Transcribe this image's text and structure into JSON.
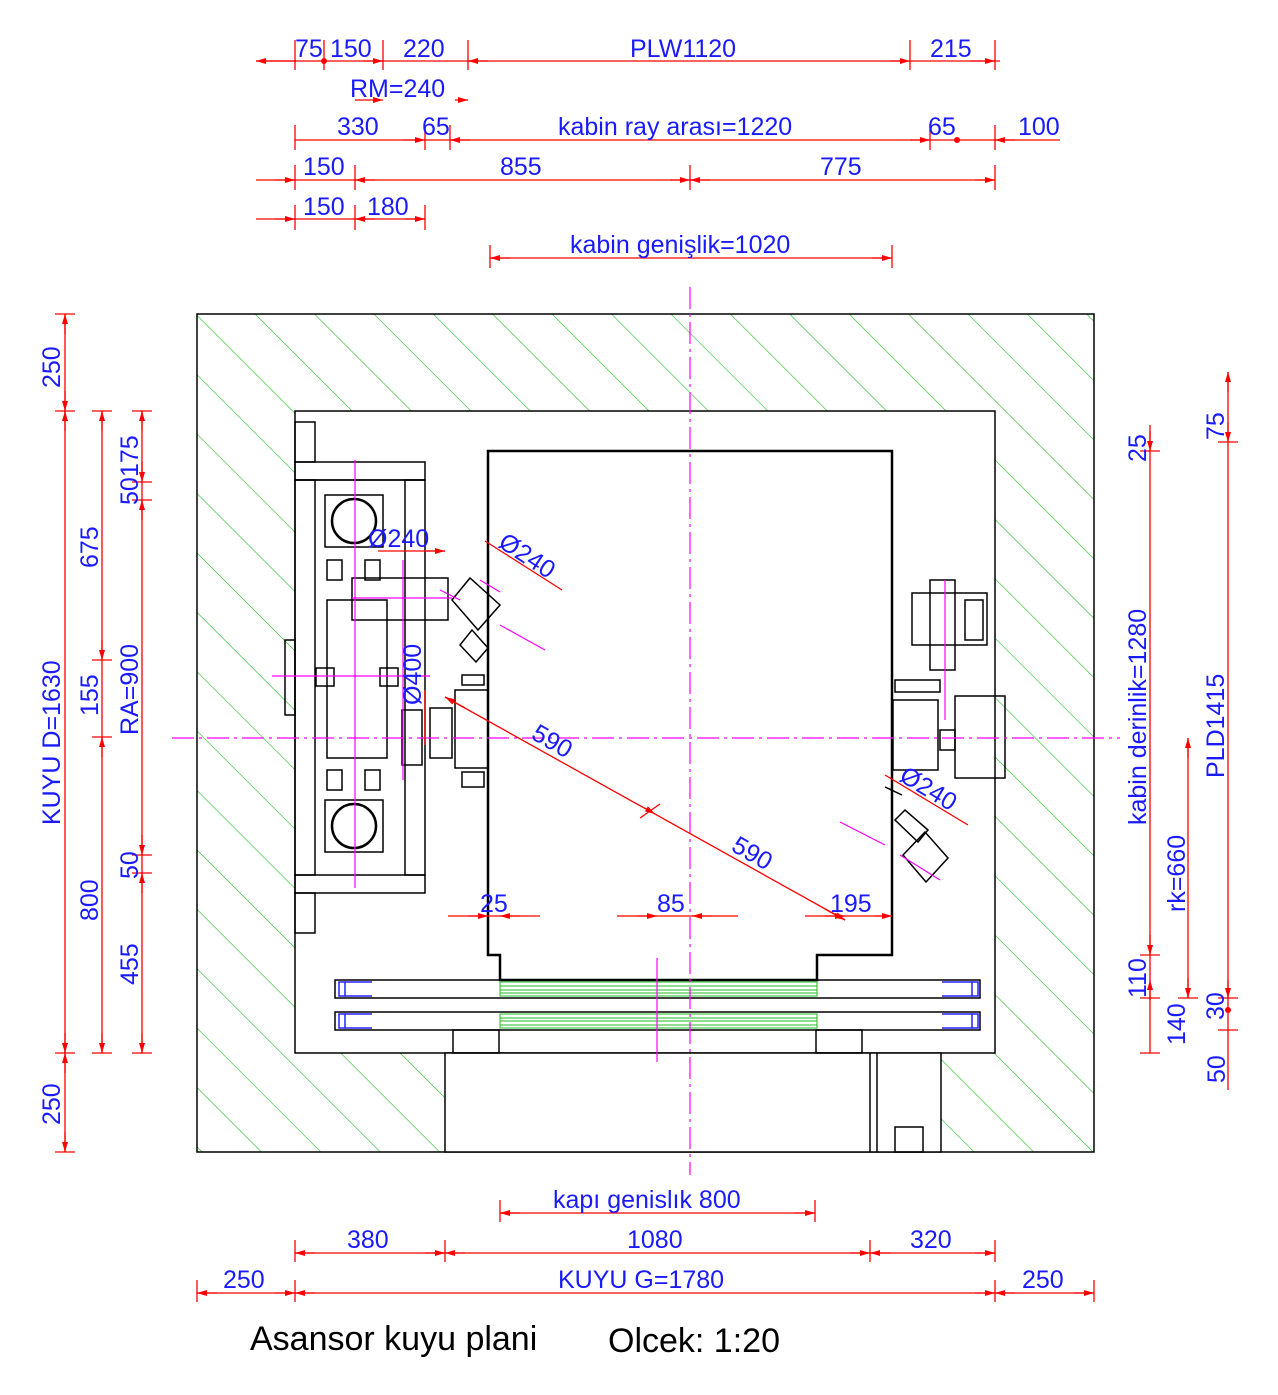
{
  "title": "Asansor kuyu plani",
  "scale": "Olcek: 1:20",
  "colors": {
    "dimension_text": "#1a1aff",
    "dimension_line": "#ff0000",
    "hatch": "#22bb22",
    "axis": "#ff00ff",
    "outline": "#000000"
  },
  "top_dims": {
    "row1": [
      "75",
      "150",
      "220",
      "PLW1120",
      "215"
    ],
    "rm": "RM=240",
    "row2": [
      "330",
      "65",
      "kabin  ray arası=1220",
      "65",
      "100"
    ],
    "row3": [
      "150",
      "855",
      "775"
    ],
    "row4": [
      "150",
      "180"
    ],
    "cabin_width": "kabin genişlik=1020"
  },
  "bottom_dims": {
    "door_width": "kapı genislık 800",
    "row1": [
      "380",
      "1080",
      "320"
    ],
    "row2": [
      "250",
      "KUYU G=1780",
      "250"
    ]
  },
  "left_dims": {
    "outer": [
      "250",
      "KUYU D=1630",
      "250"
    ],
    "middle": [
      "675",
      "155",
      "800"
    ],
    "inner": [
      "175",
      "50",
      "RA=900",
      "50",
      "455"
    ]
  },
  "right_dims": {
    "inner": [
      "25",
      "kabin derinlik=1280",
      "110",
      "140",
      "50"
    ],
    "outer": [
      "75",
      "PLD1415",
      "rk=660",
      "30"
    ]
  },
  "inner_dims": {
    "diameters": [
      "Ø240",
      "Ø240",
      "Ø400",
      "Ø240"
    ],
    "diagonals": [
      "590",
      "590"
    ],
    "bottom": [
      "25",
      "85",
      "195"
    ]
  }
}
